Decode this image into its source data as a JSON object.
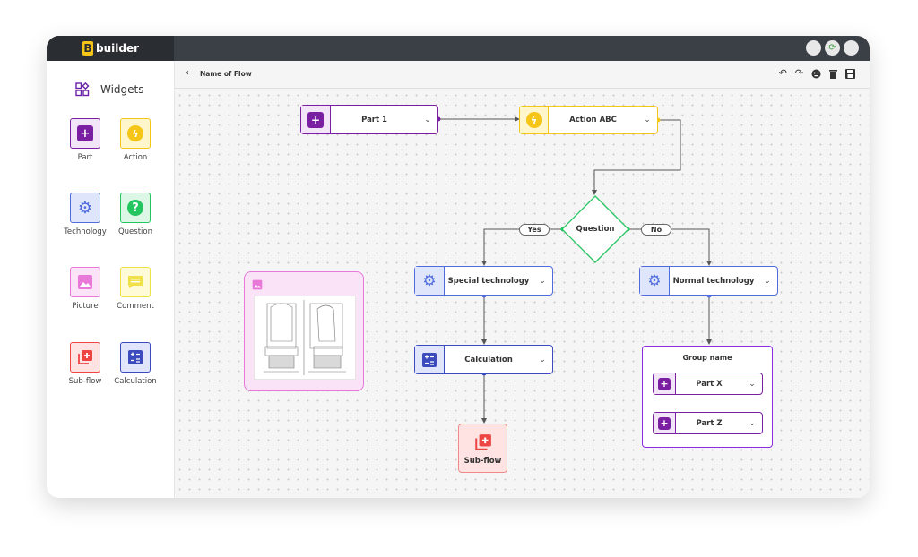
{
  "brand": {
    "letter": "B",
    "name": "builder"
  },
  "sidebar": {
    "title": "Widgets",
    "widgets": [
      {
        "label": "Part",
        "icon": "plus-icon",
        "color": "#7b1fa2"
      },
      {
        "label": "Action",
        "icon": "bolt-icon",
        "color": "#f5c518"
      },
      {
        "label": "Technology",
        "icon": "gear-icon",
        "color": "#4f6bdc"
      },
      {
        "label": "Question",
        "icon": "question-icon",
        "color": "#22c55e"
      },
      {
        "label": "Picture",
        "icon": "image-icon",
        "color": "#e879d9"
      },
      {
        "label": "Comment",
        "icon": "comment-icon",
        "color": "#f0e04a"
      },
      {
        "label": "Sub-flow",
        "icon": "subflow-icon",
        "color": "#ef4444"
      },
      {
        "label": "Calculation",
        "icon": "calculator-icon",
        "color": "#3b4bbd"
      }
    ]
  },
  "toolbar": {
    "back_icon": "‹",
    "flow_name": "Name of Flow",
    "undo": "↶",
    "redo": "↷",
    "save_icon": "floppy-icon"
  },
  "flow": {
    "part1": "Part 1",
    "action": "Action ABC",
    "question": "Question",
    "yes": "Yes",
    "no": "No",
    "special": "Special technology",
    "normal": "Normal technology",
    "calculation": "Calculation",
    "subflow": "Sub-flow",
    "group_name": "Group name",
    "part_x": "Part X",
    "part_z": "Part Z"
  },
  "colors": {
    "part": "#7b1fa2",
    "action": "#f5c518",
    "question": "#22c55e",
    "tech": "#4f6bdc",
    "calc": "#3b4bbd",
    "picture": "#e879d9",
    "subflow": "#ef4444"
  }
}
